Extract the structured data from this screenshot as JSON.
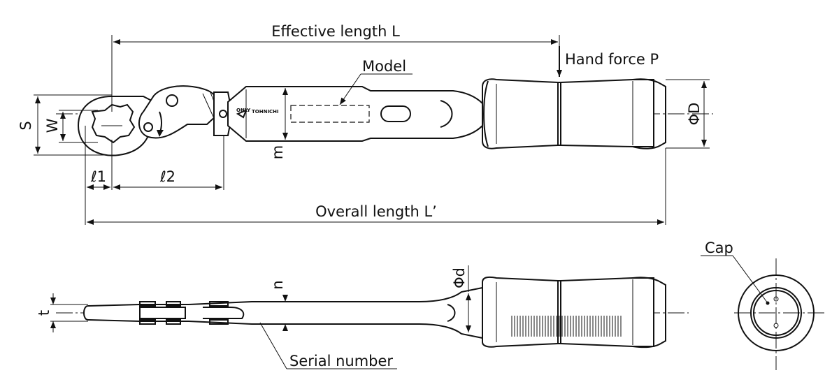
{
  "labels": {
    "effective_length": "Effective length L",
    "hand_force": "Hand force P",
    "model": "Model",
    "overall_length": "Overall length L’",
    "serial_number": "Serial number",
    "cap": "Cap",
    "phi_D": "ΦD",
    "phi_d": "Φd",
    "S": "S",
    "W": "W",
    "m": "m",
    "n": "n",
    "t": "t",
    "l1": "ℓ1",
    "l2": "ℓ2",
    "brand_only": "ONLY",
    "brand_tohnichi": "TOHNICHI"
  }
}
